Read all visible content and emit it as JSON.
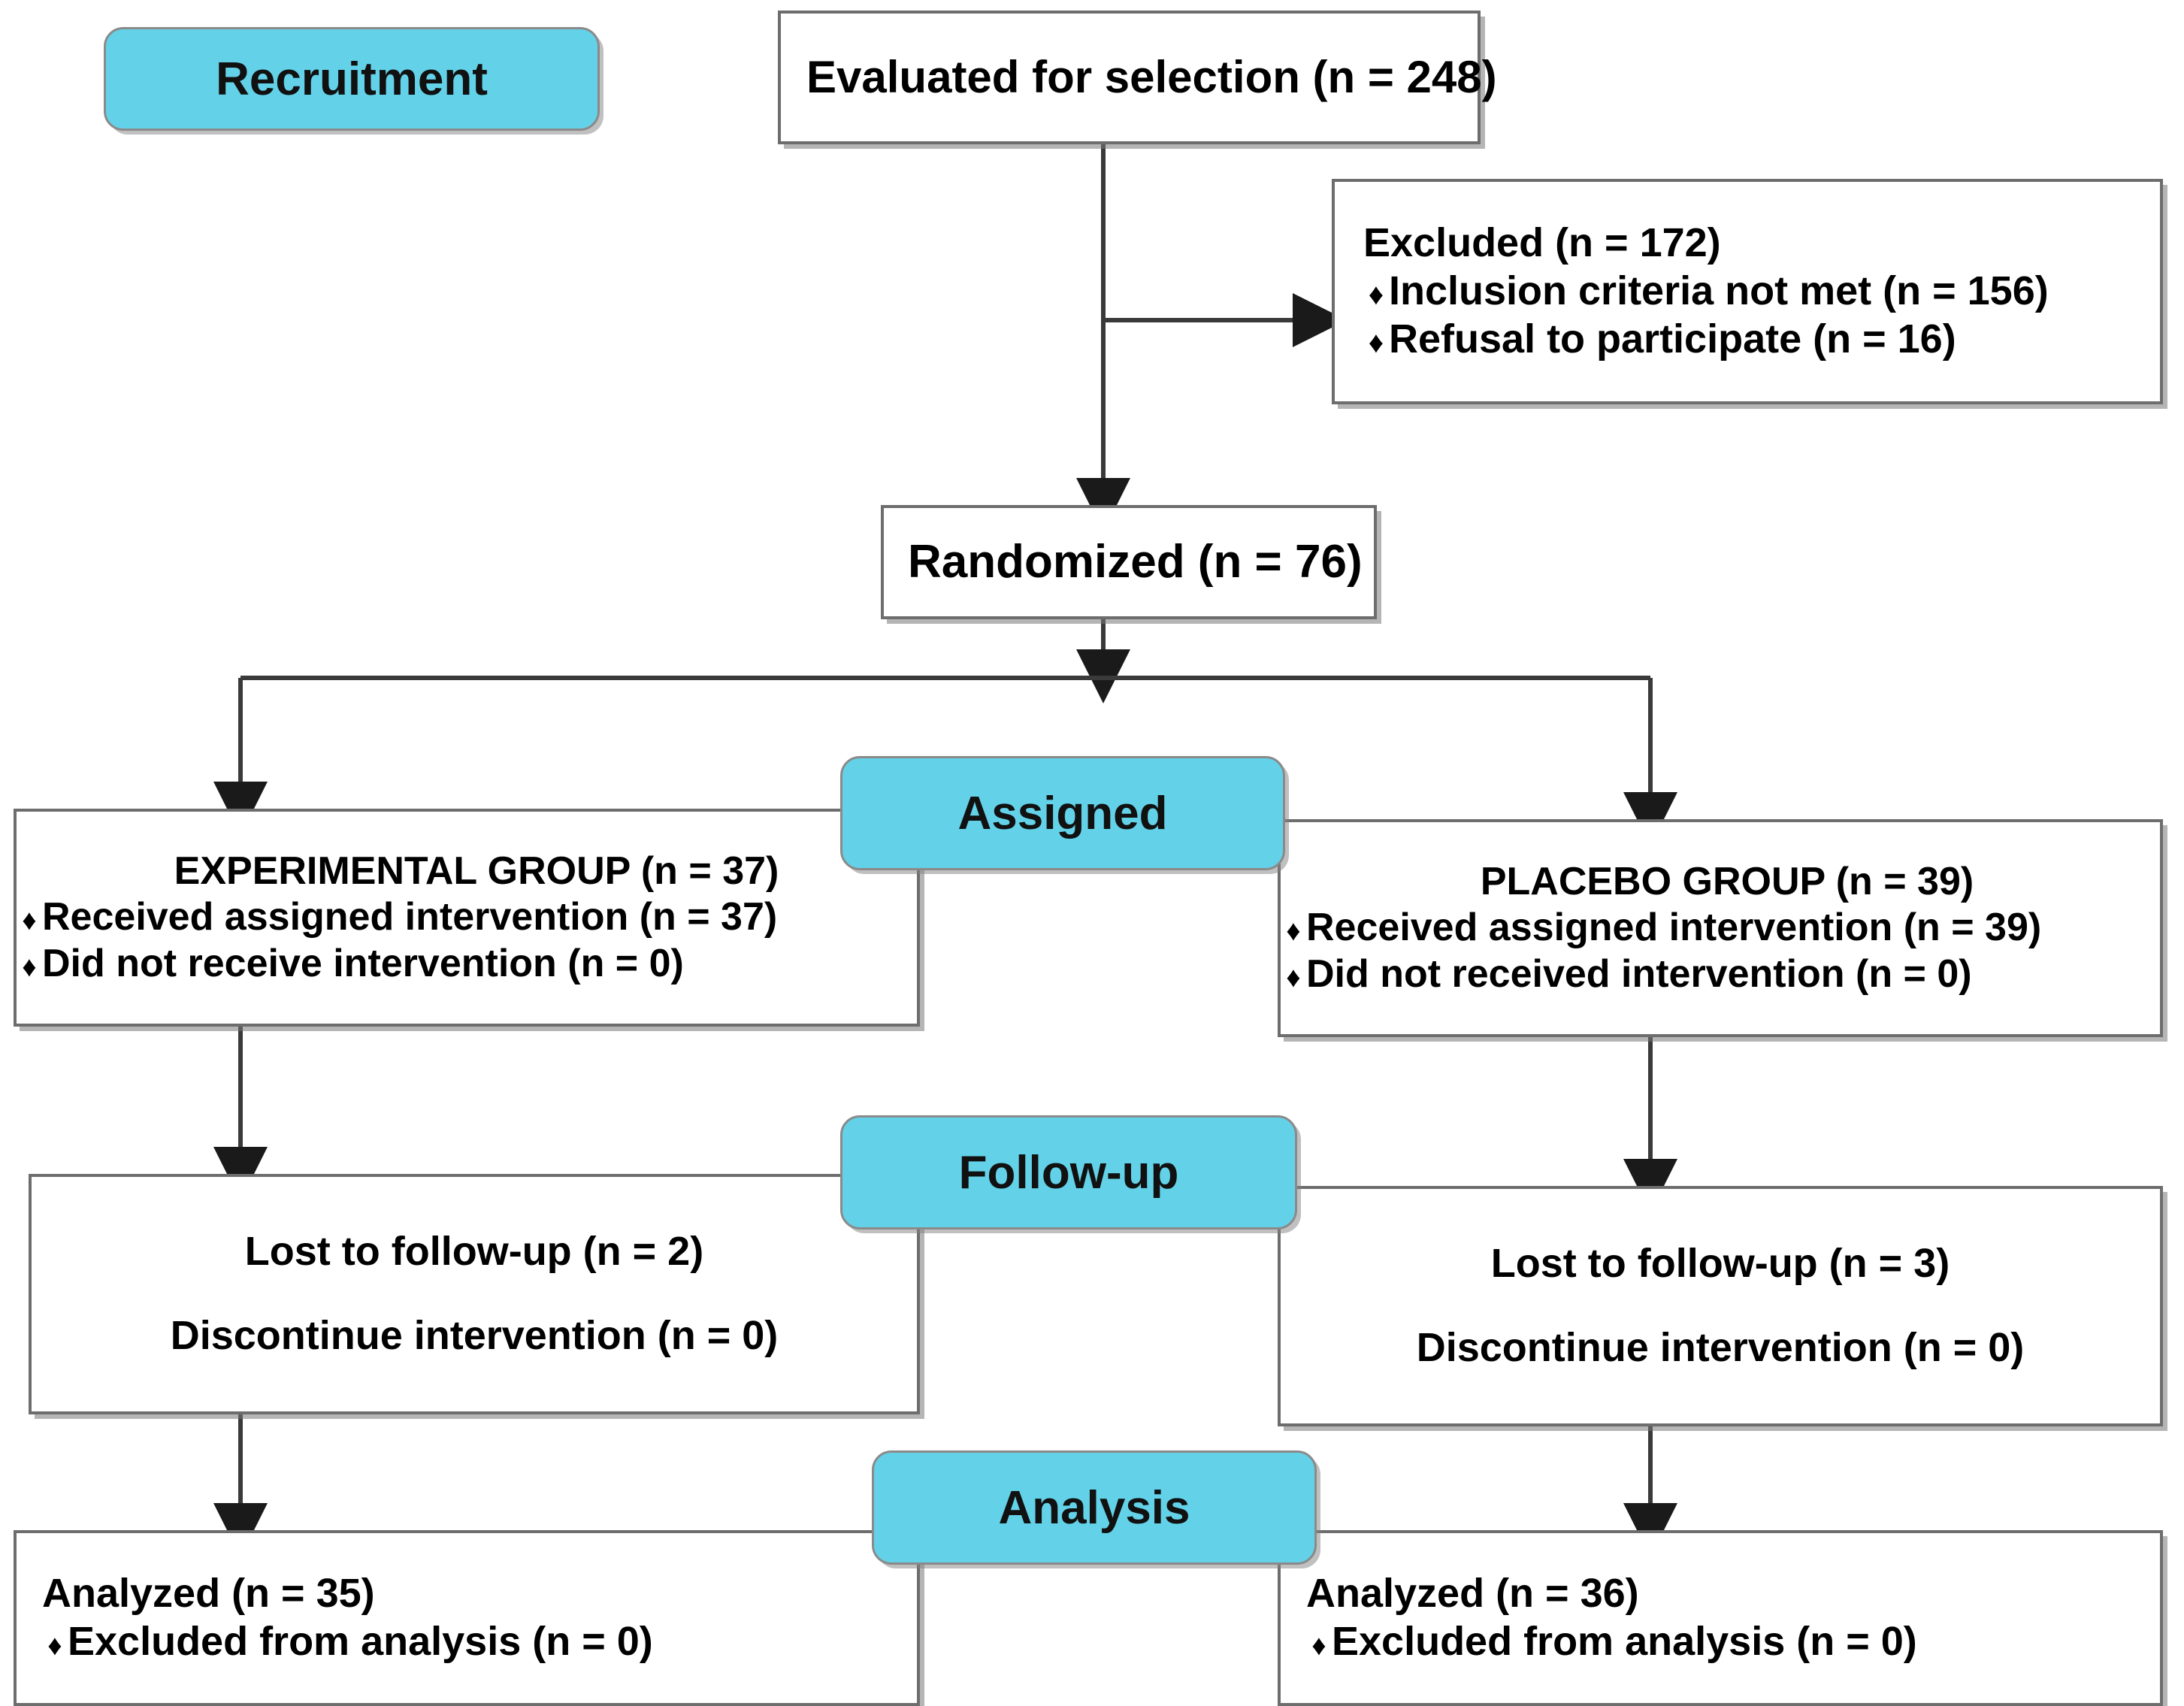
{
  "diagram": {
    "title": "CONSORT participant flow diagram",
    "accent_color": "#63d2e8",
    "line_color": "#6d6d6d",
    "box_fill": "#ffffff",
    "bullet_glyph": "♦"
  },
  "stages": {
    "recruitment": "Recruitment",
    "assigned": "Assigned",
    "follow_up": "Follow-up",
    "analysis": "Analysis"
  },
  "nodes": {
    "evaluated": {
      "text": "Evaluated for selection (n = 248)"
    },
    "excluded": {
      "heading": "Excluded (n = 172)",
      "items": [
        "Inclusion criteria not met (n = 156)",
        "Refusal to participate (n = 16)"
      ]
    },
    "randomized": {
      "text": "Randomized (n = 76)"
    },
    "experimental": {
      "heading": "EXPERIMENTAL GROUP (n = 37)",
      "items": [
        "Received assigned intervention (n = 37)",
        "Did not receive intervention (n = 0)"
      ]
    },
    "placebo": {
      "heading": "PLACEBO GROUP (n = 39)",
      "items": [
        "Received assigned intervention (n = 39)",
        "Did not received intervention (n = 0)"
      ]
    },
    "followup_left": {
      "line1": "Lost to follow-up (n = 2)",
      "line2": "Discontinue intervention (n = 0)"
    },
    "followup_right": {
      "line1": "Lost to follow-up (n = 3)",
      "line2": "Discontinue intervention (n = 0)"
    },
    "analysis_left": {
      "heading": "Analyzed (n = 35)",
      "items": [
        "Excluded from analysis (n = 0)"
      ]
    },
    "analysis_right": {
      "heading": "Analyzed (n = 36)",
      "items": [
        "Excluded from analysis (n = 0)"
      ]
    }
  }
}
